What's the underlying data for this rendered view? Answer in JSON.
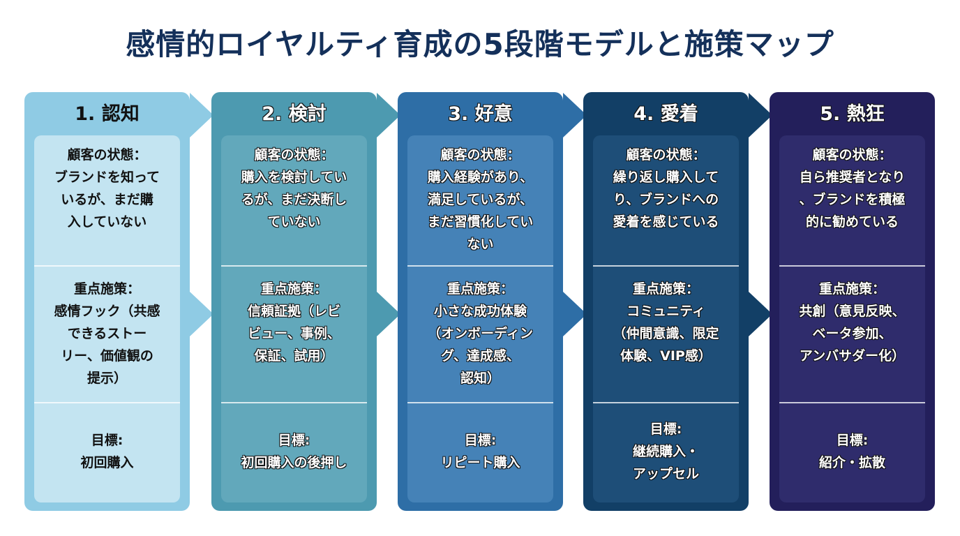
{
  "title": "感情的ロイヤルティ育成の5段階モデルと施策マップ",
  "colors": [
    "#8fcbe4",
    "#4d9ab0",
    "#2e6ea6",
    "#123f66",
    "#231f5b"
  ],
  "stages": [
    {
      "name": "1. 認知",
      "state": "顧客の状態：\nブランドを知って\nいるが、まだ購\n入していない",
      "measure": "重点施策：\n感情フック（共感\nできるストー\nリー、価値観の\n提示）",
      "goal_label": "目標:",
      "goal": "初回購入"
    },
    {
      "name": "2. 検討",
      "state": "顧客の状態：\n購入を検討してい\nるが、まだ決断し\nていない",
      "measure": "重点施策：\n信頼証拠（レビ\nビュー、事例、\n保証、試用）",
      "goal_label": "目標:",
      "goal": "初回購入の後押し"
    },
    {
      "name": "3. 好意",
      "state": "顧客の状態：\n購入経験があり、\n満足しているが、\nまだ習慣化してい\nない",
      "measure": "重点施策：\n小さな成功体験\n（オンボーディン\nグ、達成感、\n認知）",
      "goal_label": "目標:",
      "goal": "リピート購入"
    },
    {
      "name": "4. 愛着",
      "state": "顧客の状態：\n繰り返し購入して\nり、ブランドへの\n愛着を感じている",
      "measure": "重点施策：\nコミュニティ\n（仲間意識、限定\n体験、VIP感）",
      "goal_label": "目標:",
      "goal": "継続購入・\nアップセル"
    },
    {
      "name": "5. 熱狂",
      "state": "顧客の状態：\n自ら推奨者となり\n、ブランドを積極\n的に勧めている",
      "measure": "重点施策：\n共創（意見反映、\nベータ参加、\nアンバサダー化）",
      "goal_label": "目標:",
      "goal": "紹介・拡散"
    }
  ]
}
